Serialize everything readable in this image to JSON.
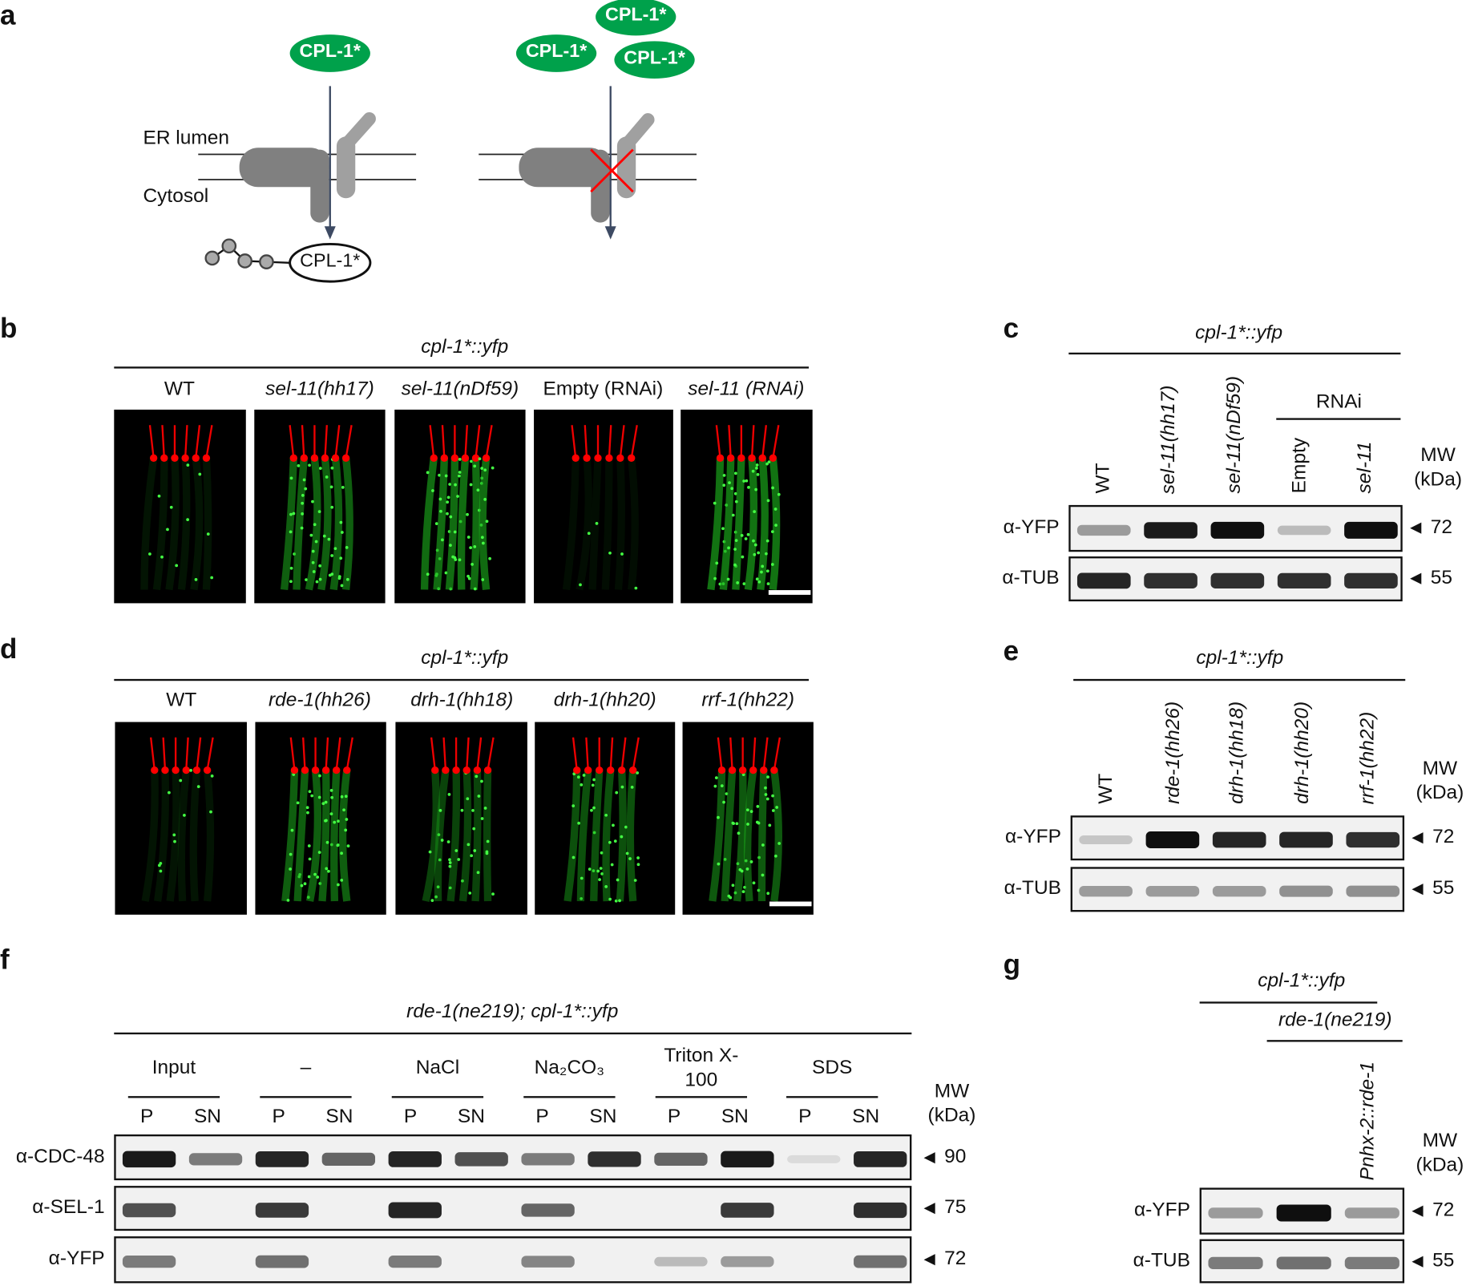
{
  "panel_letters": {
    "a": "a",
    "b": "b",
    "c": "c",
    "d": "d",
    "e": "e",
    "f": "f",
    "g": "g"
  },
  "panel_a": {
    "protein": "CPL-1*",
    "er_lumen": "ER lumen",
    "cytosol": "Cytosol",
    "colors": {
      "substrate": "#00a14b",
      "translocon_dark": "#808080",
      "translocon_light": "#a0a0a0",
      "arrow": "#3d4a63",
      "block": "#ff0000"
    }
  },
  "panel_b": {
    "title": "cpl-1*::yfp",
    "lanes": [
      "WT",
      "sel-11(hh17)",
      "sel-11(nDf59)",
      "Empty (RNAi)",
      "sel-11 (RNAi)"
    ],
    "gfp_signal": [
      0.15,
      0.7,
      0.8,
      0.1,
      0.85
    ]
  },
  "panel_c": {
    "title": "cpl-1*::yfp",
    "lanes": [
      "WT",
      "sel-11(hh17)",
      "sel-11(nDf59)",
      "Empty",
      "sel-11"
    ],
    "group": "RNAi",
    "mw_label": [
      "MW",
      "(kDa)"
    ],
    "rows": [
      {
        "label": "α-YFP",
        "mw": "72",
        "bands": [
          0.35,
          0.95,
          1,
          0.2,
          1
        ]
      },
      {
        "label": "α-TUB",
        "mw": "55",
        "bands": [
          0.9,
          0.85,
          0.85,
          0.85,
          0.85
        ]
      }
    ]
  },
  "panel_d": {
    "title": "cpl-1*::yfp",
    "lanes": [
      "WT",
      "rde-1(hh26)",
      "drh-1(hh18)",
      "drh-1(hh20)",
      "rrf-1(hh22)"
    ],
    "gfp_signal": [
      0.15,
      0.7,
      0.5,
      0.6,
      0.65
    ]
  },
  "panel_e": {
    "title": "cpl-1*::yfp",
    "lanes": [
      "WT",
      "rde-1(hh26)",
      "drh-1(hh18)",
      "drh-1(hh20)",
      "rrf-1(hh22)"
    ],
    "mw_label": [
      "MW",
      "(kDa)"
    ],
    "rows": [
      {
        "label": "α-YFP",
        "mw": "72",
        "bands": [
          0.15,
          1,
          0.9,
          0.9,
          0.85
        ]
      },
      {
        "label": "α-TUB",
        "mw": "55",
        "bands": [
          0.35,
          0.35,
          0.35,
          0.4,
          0.4
        ]
      }
    ]
  },
  "panel_f": {
    "title": "rde-1(ne219); cpl-1*::yfp",
    "groups": [
      "Input",
      "–",
      "NaCl",
      "Na₂CO₃",
      "Triton X-100",
      "SDS"
    ],
    "fractions": [
      "P",
      "SN"
    ],
    "mw_label": [
      "MW",
      "(kDa)"
    ],
    "rows": [
      {
        "label": "α-CDC-48",
        "mw": "90",
        "bands": [
          0.95,
          0.5,
          0.9,
          0.6,
          0.9,
          0.7,
          0.5,
          0.85,
          0.6,
          0.95,
          0.05,
          0.9
        ]
      },
      {
        "label": "α-SEL-1",
        "mw": "75",
        "bands": [
          0.7,
          0,
          0.8,
          0,
          0.9,
          0,
          0.6,
          0,
          0,
          0.8,
          0,
          0.85
        ]
      },
      {
        "label": "α-YFP",
        "mw": "72",
        "bands": [
          0.5,
          0,
          0.55,
          0,
          0.5,
          0,
          0.45,
          0,
          0.2,
          0.35,
          0,
          0.55
        ]
      }
    ]
  },
  "panel_g": {
    "title": "cpl-1*::yfp",
    "subtitle": "rde-1(ne219)",
    "lanes": [
      "",
      "",
      "Pnhx-2::rde-1"
    ],
    "mw_label": [
      "MW",
      "(kDa)"
    ],
    "rows": [
      {
        "label": "α-YFP",
        "mw": "72",
        "bands": [
          0.35,
          1,
          0.35
        ]
      },
      {
        "label": "α-TUB",
        "mw": "55",
        "bands": [
          0.5,
          0.55,
          0.5
        ]
      }
    ]
  }
}
